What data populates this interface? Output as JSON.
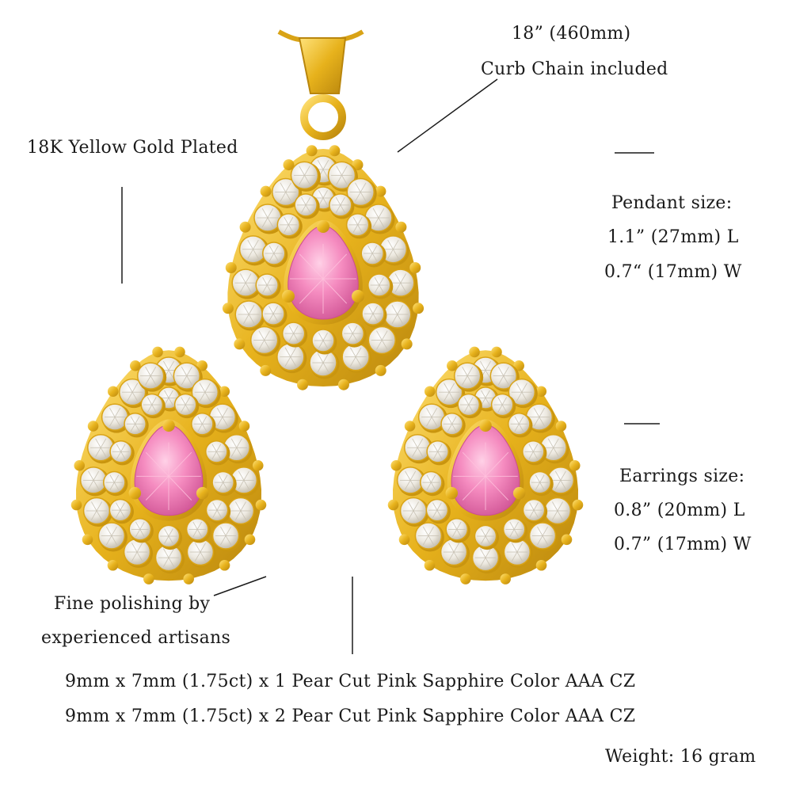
{
  "chain": {
    "length": "18” (460mm)",
    "type": "Curb Chain included"
  },
  "plating": "18K Yellow Gold Plated",
  "pendant": {
    "heading": "Pendant size:",
    "length": "1.1” (27mm) L",
    "width": "0.7“ (17mm) W"
  },
  "earrings": {
    "heading": "Earrings size:",
    "length": "0.8” (20mm) L",
    "width": "0.7” (17mm) W"
  },
  "polish": {
    "line1": "Fine polishing by",
    "line2": "experienced artisans"
  },
  "stones": {
    "pendant_stone": "9mm x 7mm (1.75ct) x 1 Pear Cut Pink Sapphire Color AAA CZ",
    "earring_stones": "9mm x 7mm (1.75ct) x 2 Pear Cut Pink Sapphire Color AAA CZ"
  },
  "weight": "Weight: 16 gram",
  "colors": {
    "gold": "#e7b21c",
    "gold_dark": "#b9860d",
    "pink_stone": "#f58cc0",
    "pink_dark": "#d9589a",
    "cz": "#f4f1ea"
  }
}
